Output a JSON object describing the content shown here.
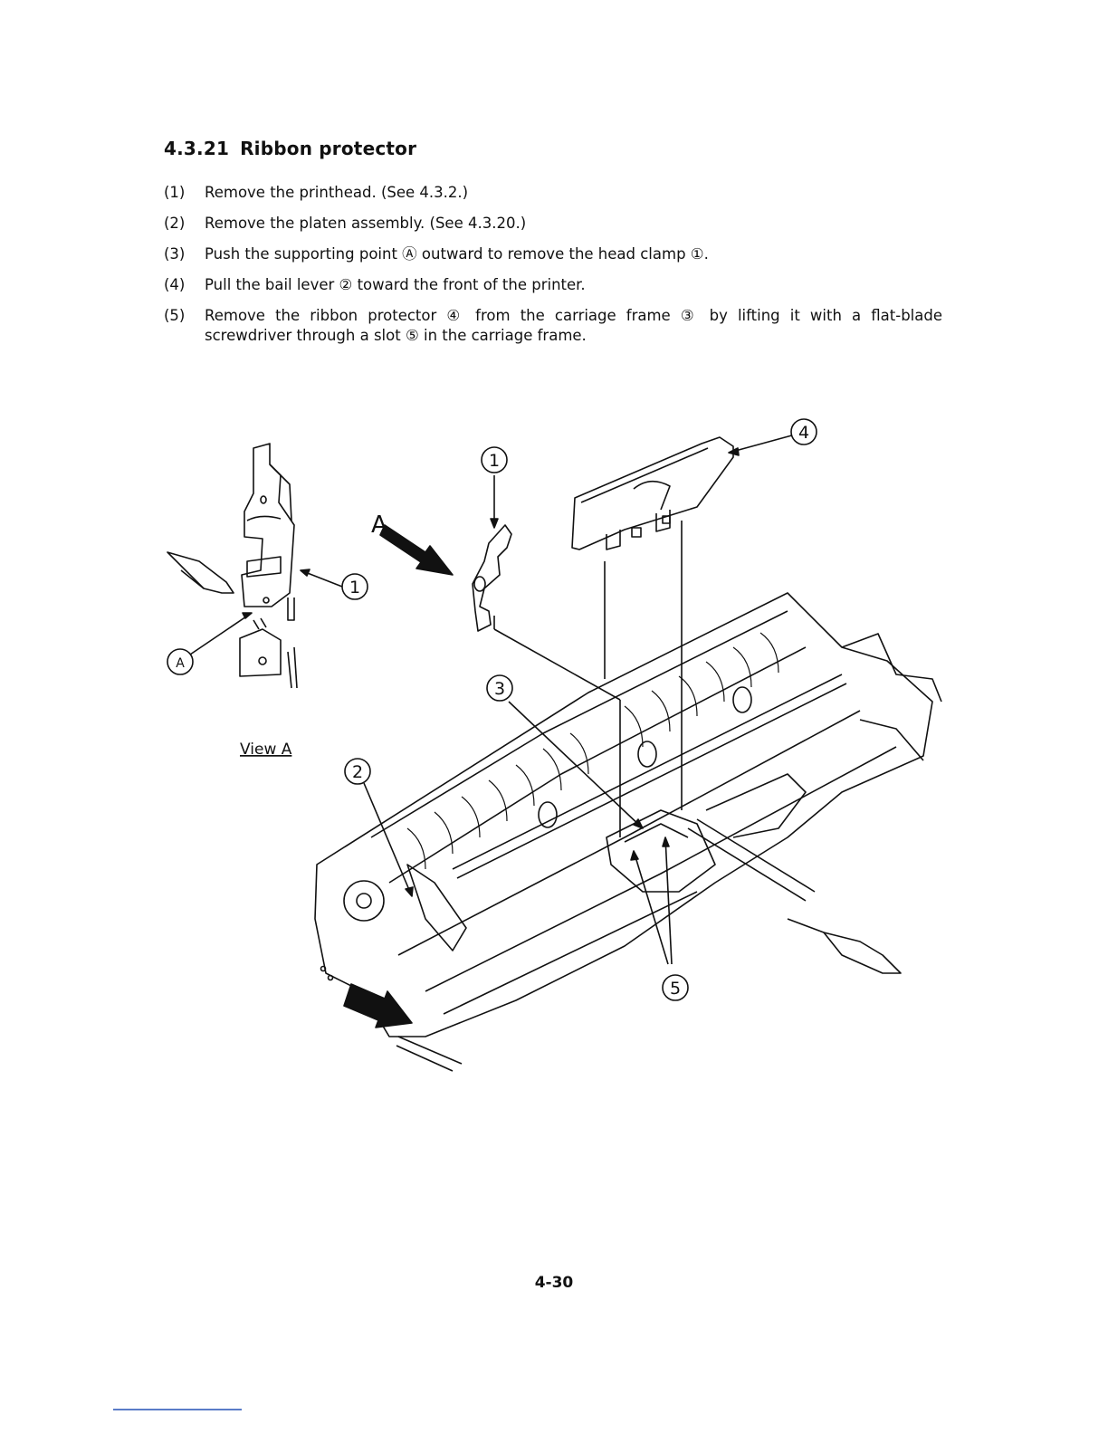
{
  "section": {
    "number": "4.3.21",
    "title": "Ribbon protector"
  },
  "steps": [
    {
      "num": "(1)",
      "text": "Remove the printhead.  (See 4.3.2.)"
    },
    {
      "num": "(2)",
      "text": "Remove the platen assembly.  (See 4.3.20.)"
    },
    {
      "num": "(3)",
      "text": "Push the supporting point Ⓐ outward to remove the head clamp ①."
    },
    {
      "num": "(4)",
      "text": "Pull the bail lever ② toward the front of the printer."
    },
    {
      "num": "(5)",
      "text": "Remove the ribbon protector ④ from the carriage frame ③ by lifting it with a flat-blade screwdriver through a slot ⑤ in the carriage frame."
    }
  ],
  "figure": {
    "callouts": {
      "c1a": "1",
      "c1b": "1",
      "c2": "2",
      "c3": "3",
      "c4": "4",
      "c5": "5",
      "cA": "A"
    },
    "arrow_label": "A",
    "view_label": "View A"
  },
  "page_number": "4-30"
}
